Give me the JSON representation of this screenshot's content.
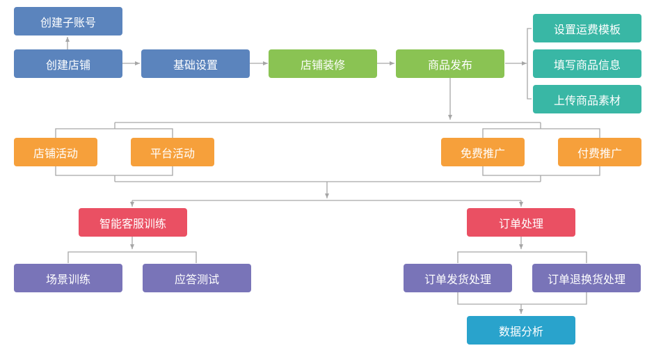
{
  "colors": {
    "setup": "#5b84bd",
    "decoration": "#8ac353",
    "product_detail": "#39b7a5",
    "promotion": "#f6a03b",
    "service": "#ea5063",
    "sub_task": "#7974b8",
    "analytics": "#29a3cc",
    "connector": "#a6a6a6"
  },
  "nodes": {
    "create_sub_account": "创建子账号",
    "create_store": "创建店铺",
    "basic_settings": "基础设置",
    "store_decoration": "店铺装修",
    "product_publish": "商品发布",
    "shipping_template": "设置运费模板",
    "fill_product_info": "填写商品信息",
    "upload_product_assets": "上传商品素材",
    "store_activity": "店铺活动",
    "platform_activity": "平台活动",
    "free_promotion": "免费推广",
    "paid_promotion": "付费推广",
    "smart_service_training": "智能客服训练",
    "order_processing": "订单处理",
    "scenario_training": "场景训练",
    "response_test": "应答测试",
    "order_shipping": "订单发货处理",
    "order_return": "订单退换货处理",
    "data_analysis": "数据分析"
  }
}
